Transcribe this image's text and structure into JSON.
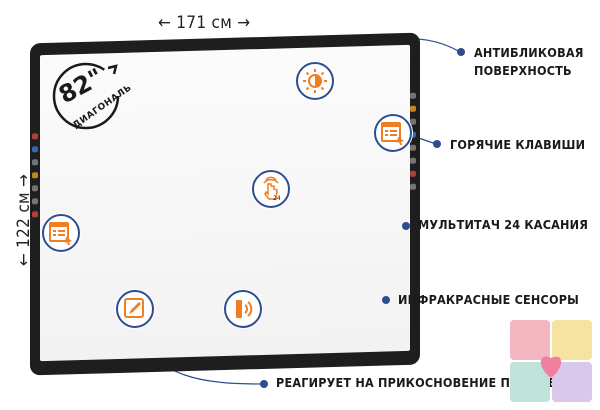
{
  "dimensions": {
    "width": "← 171 см →",
    "height": "← 122 см →"
  },
  "diagonal": {
    "size": "82\"",
    "word": "ДИАГОНАЛЬ"
  },
  "features": [
    {
      "label": "АНТИБЛИКОВАЯ\nПОВЕРХНОСТЬ",
      "icon": "sun-icon"
    },
    {
      "label": "ГОРЯЧИЕ КЛАВИШИ",
      "icon": "hotkeys-icon"
    },
    {
      "label": "МУЛЬТИТАЧ 24 КАСАНИЯ",
      "icon": "multitouch-icon"
    },
    {
      "label": "ИНФРАКРАСНЫЕ СЕНСОРЫ",
      "icon": "infrared-icon"
    },
    {
      "label": "РЕАГИРУЕТ НА ПРИКОСНОВЕНИЕ ПАЛЬЦЕВ",
      "icon": "finger-touch-icon"
    }
  ],
  "colors": {
    "accent": "#ef7d22",
    "line": "#2d4d8f",
    "frame": "#1e1e1e"
  }
}
